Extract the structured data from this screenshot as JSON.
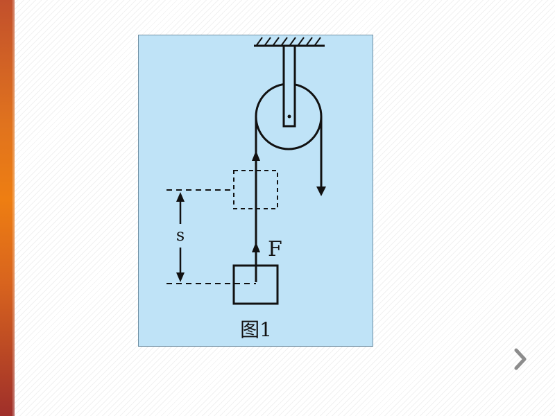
{
  "diagram": {
    "force_label": "F",
    "distance_label": "s",
    "caption": "图1"
  },
  "navigation": {
    "next_icon": "chevron-right-icon"
  },
  "colors": {
    "side_bar": "#e0731e",
    "panel_background": "#bfe3f7",
    "ink": "#111111",
    "next_arrow": "#8c8c8c"
  }
}
